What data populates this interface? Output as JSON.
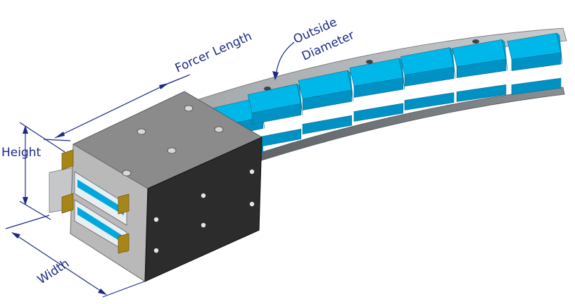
{
  "labels": {
    "forcer_length": "Forcer Length",
    "outside": "Outside",
    "diameter": "Diameter",
    "height": "Height",
    "width": "Width"
  },
  "colors": {
    "magnet_top": "#00b7ea",
    "magnet_front": "#0092c4",
    "magnet_side": "#00a4d8",
    "back_iron": "#8e9296",
    "forcer_top": "#8c8c8c",
    "forcer_front": "#2f2f2f",
    "forcer_side": "#b8b8b8",
    "coil_end": "#a88519",
    "dimension": "#1c2a86"
  }
}
